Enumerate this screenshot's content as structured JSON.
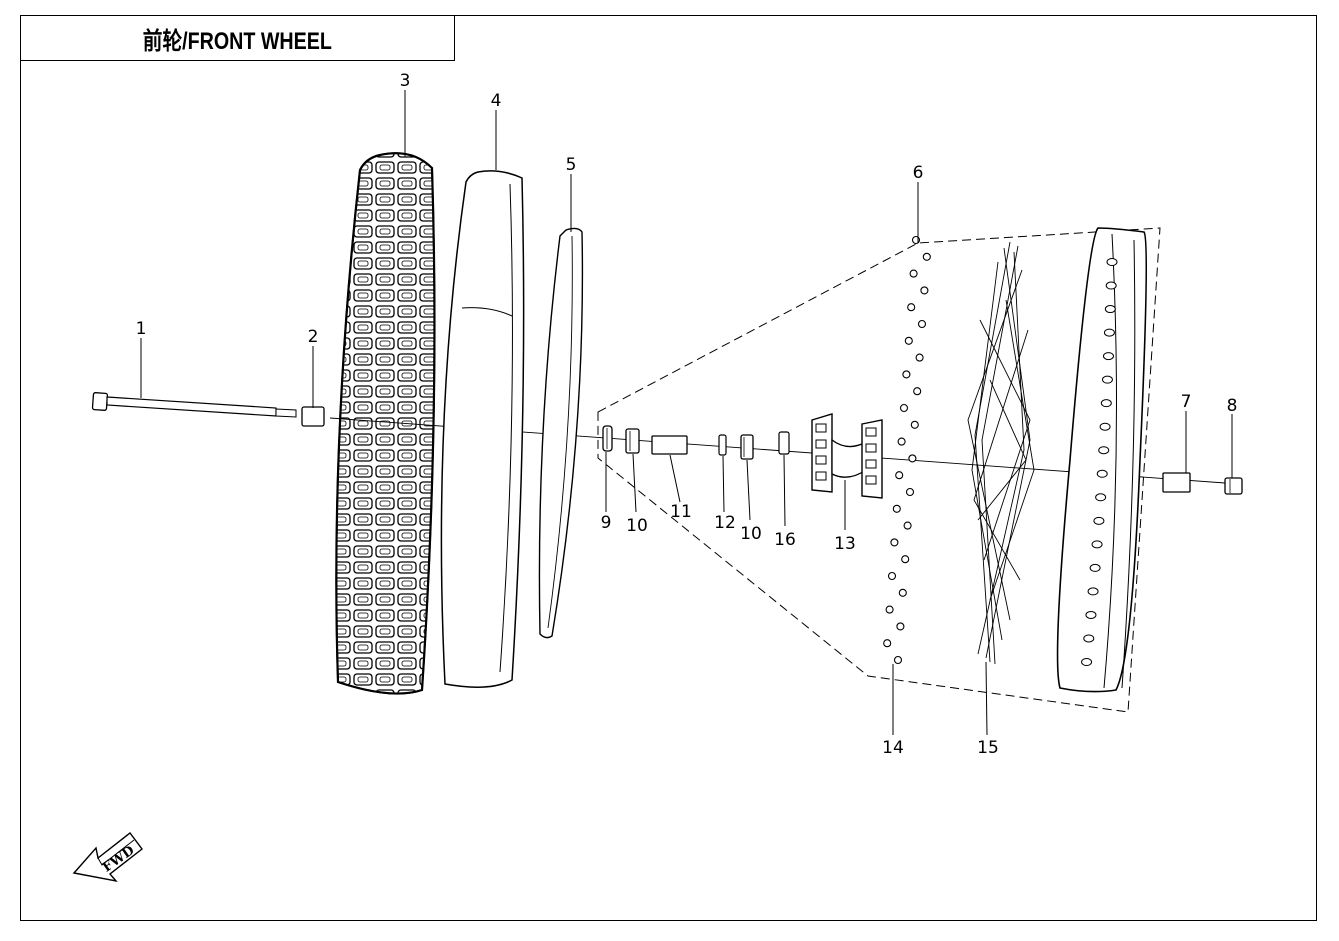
{
  "title": "前轮/FRONT WHEEL",
  "direction_label": "FWD",
  "part_labels": [
    {
      "id": "p1",
      "text": "1"
    },
    {
      "id": "p2",
      "text": "2"
    },
    {
      "id": "p3",
      "text": "3"
    },
    {
      "id": "p4",
      "text": "4"
    },
    {
      "id": "p5",
      "text": "5"
    },
    {
      "id": "p6",
      "text": "6"
    },
    {
      "id": "p7",
      "text": "7"
    },
    {
      "id": "p8",
      "text": "8"
    },
    {
      "id": "p9",
      "text": "9"
    },
    {
      "id": "p10a",
      "text": "10"
    },
    {
      "id": "p11",
      "text": "11"
    },
    {
      "id": "p12",
      "text": "12"
    },
    {
      "id": "p10b",
      "text": "10"
    },
    {
      "id": "p16",
      "text": "16"
    },
    {
      "id": "p13",
      "text": "13"
    },
    {
      "id": "p14",
      "text": "14"
    },
    {
      "id": "p15",
      "text": "15"
    }
  ]
}
